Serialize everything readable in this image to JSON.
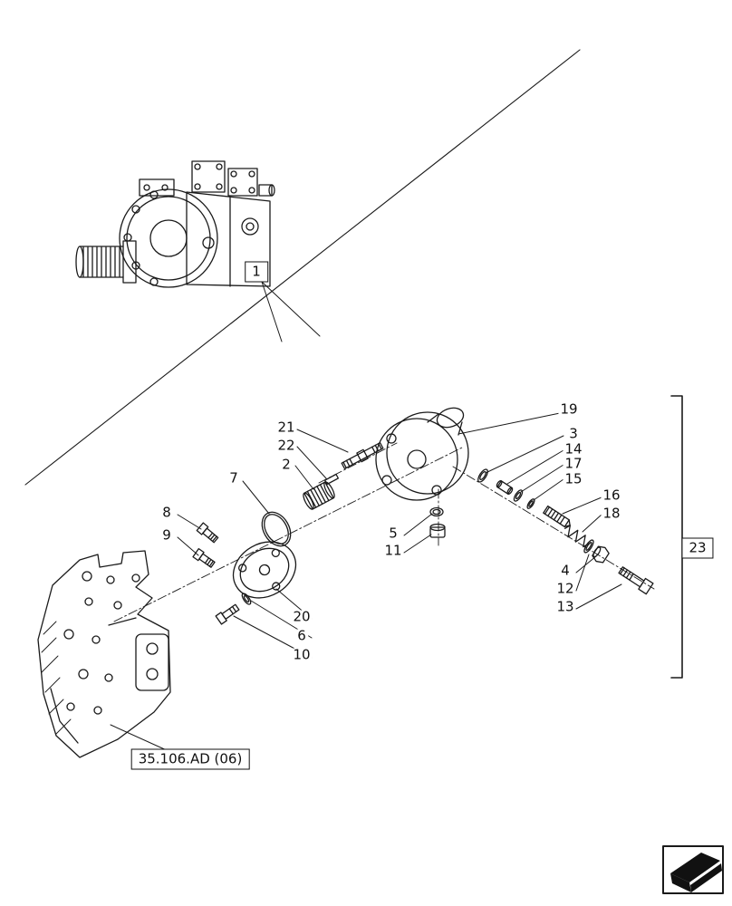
{
  "figure": {
    "type": "exploded-parts-diagram",
    "subject": "hydraulic pump assembly"
  },
  "callouts": {
    "c1": "1",
    "c2": "2",
    "c3": "3",
    "c4": "4",
    "c5": "5",
    "c6": "6",
    "c7": "7",
    "c8": "8",
    "c9": "9",
    "c10": "10",
    "c11": "11",
    "c12": "12",
    "c13": "13",
    "c14": "14",
    "c15": "15",
    "c16": "16",
    "c17": "17",
    "c18": "18",
    "c19": "19",
    "c20": "20",
    "c21": "21",
    "c22": "22",
    "c23": "23"
  },
  "references": {
    "section_ref": "35.106.AD (06)"
  },
  "colors": {
    "line": "#1a1a1a",
    "background": "#ffffff",
    "arrow_fill": "#111111"
  }
}
